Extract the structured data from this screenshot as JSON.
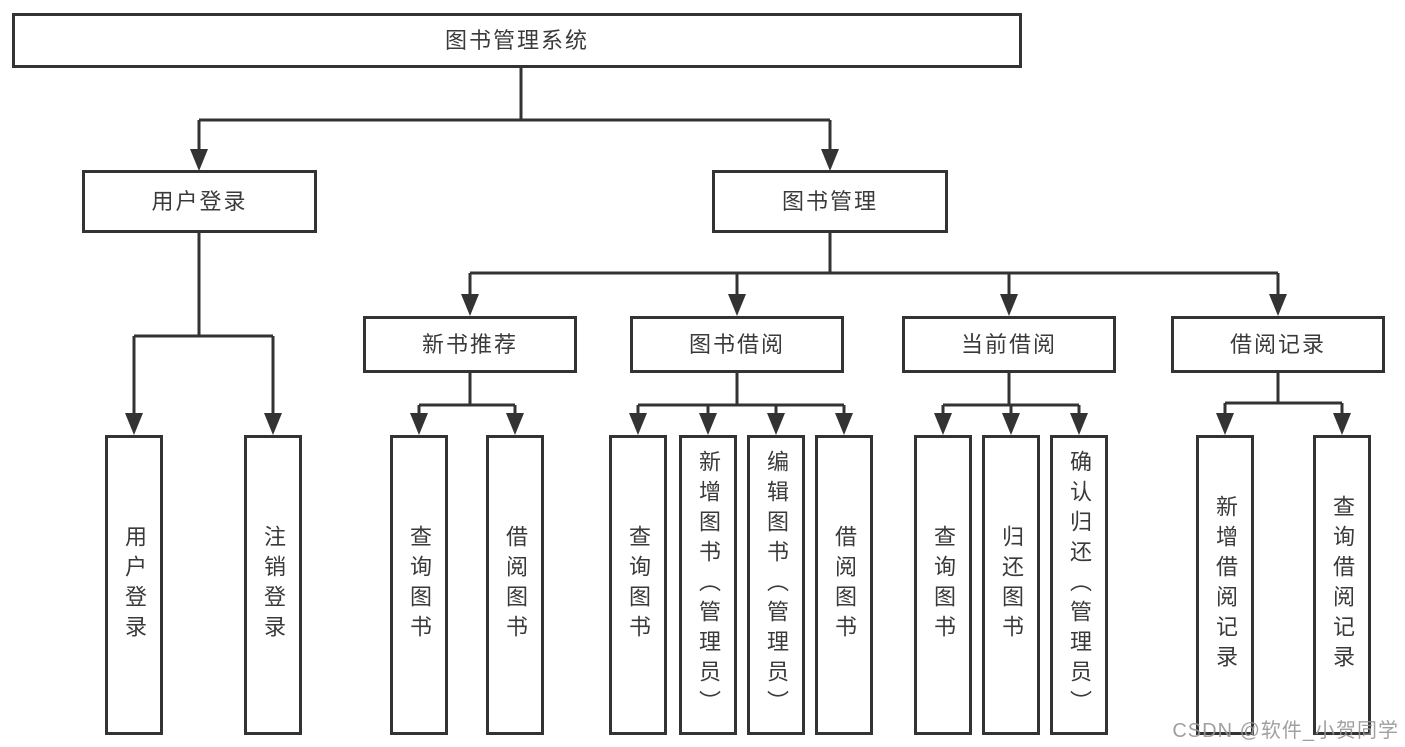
{
  "tree": {
    "label": "图书管理系统",
    "children": [
      {
        "label": "用户登录",
        "children": [
          {
            "label": "用户登录"
          },
          {
            "label": "注销登录"
          }
        ]
      },
      {
        "label": "图书管理",
        "children": [
          {
            "label": "新书推荐",
            "children": [
              {
                "label": "查询图书"
              },
              {
                "label": "借阅图书"
              }
            ]
          },
          {
            "label": "图书借阅",
            "children": [
              {
                "label": "查询图书"
              },
              {
                "label": "新增图书（管理员）"
              },
              {
                "label": "编辑图书（管理员）"
              },
              {
                "label": "借阅图书"
              }
            ]
          },
          {
            "label": "当前借阅",
            "children": [
              {
                "label": "查询图书"
              },
              {
                "label": "归还图书"
              },
              {
                "label": "确认归还（管理员）"
              }
            ]
          },
          {
            "label": "借阅记录",
            "children": [
              {
                "label": "新增借阅记录"
              },
              {
                "label": "查询借阅记录"
              }
            ]
          }
        ]
      }
    ]
  },
  "watermark": {
    "text": "CSDN @软件_小贺同学"
  },
  "colors": {
    "line": "#333333",
    "box_border": "#333333",
    "text": "#3a3a3a",
    "watermark": "#969696",
    "background": "#ffffff"
  }
}
